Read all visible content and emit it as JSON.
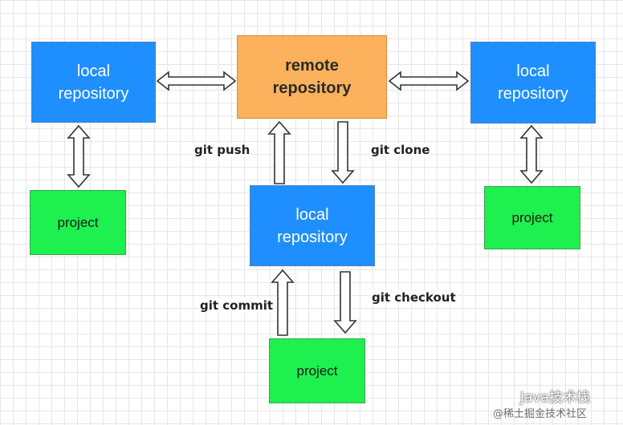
{
  "nodes": {
    "local_left": "local\nrepository",
    "remote": "remote\nrepository",
    "local_right": "local\nrepository",
    "local_center": "local\nrepository",
    "project_left": "project",
    "project_right": "project",
    "project_center": "project"
  },
  "edge_labels": {
    "push": "git push",
    "clone": "git clone",
    "commit": "git commit",
    "checkout": "git checkout"
  },
  "watermark": {
    "brand": "Java技术栈",
    "sub": "@稀土掘金技术社区"
  },
  "colors": {
    "local": "#1f8fff",
    "remote": "#fcb15c",
    "project": "#1ef04f"
  }
}
